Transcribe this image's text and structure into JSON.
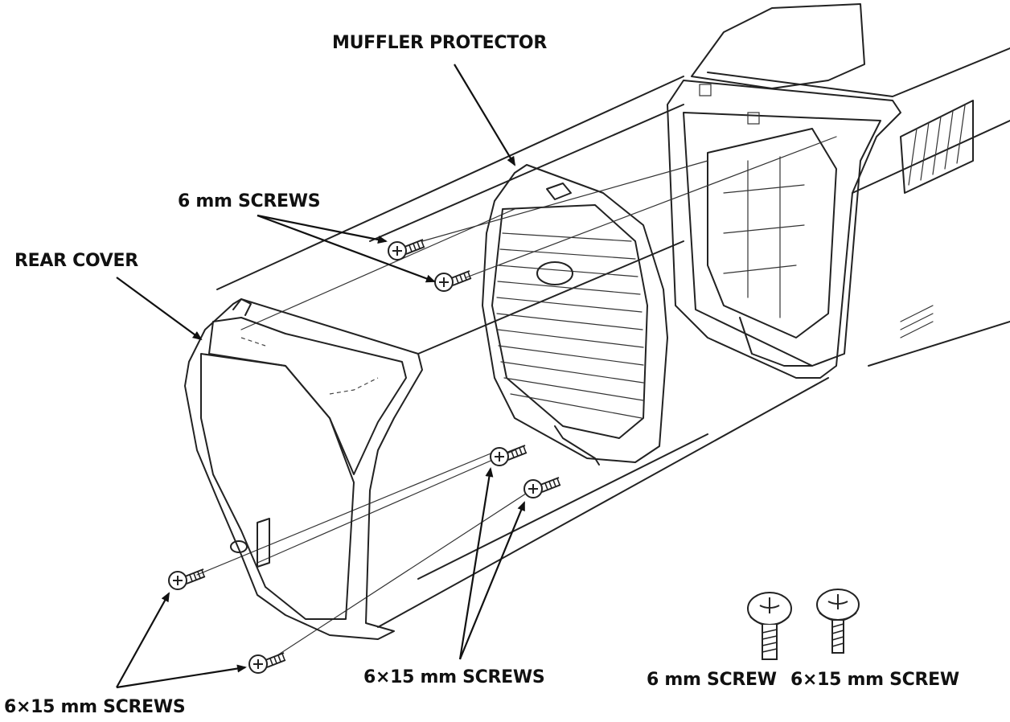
{
  "labels": {
    "muffler_protector": "MUFFLER PROTECTOR",
    "six_mm_screws": "6 mm SCREWS",
    "rear_cover": "REAR COVER",
    "screws_6x15_center": "6×15 mm SCREWS",
    "screws_6x15_bottom_left": "6×15 mm SCREWS",
    "legend_6mm_screw": "6 mm SCREW",
    "legend_6x15_screw": "6×15 mm SCREW"
  },
  "icons": [
    "screw-icon",
    "arrow-icon"
  ],
  "colors": {
    "ink": "#111111",
    "paper": "#ffffff"
  }
}
